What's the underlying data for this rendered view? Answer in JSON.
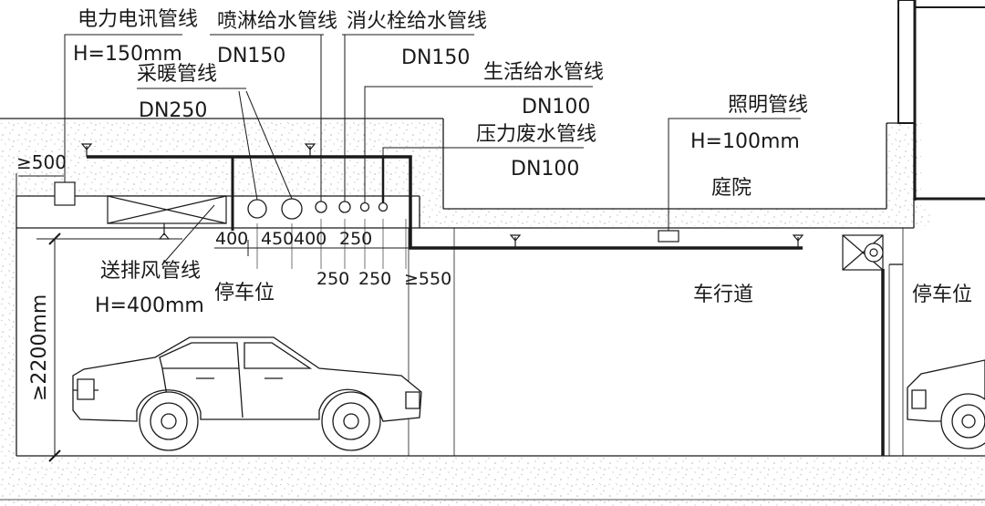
{
  "labels": {
    "power_telecom": "电力电讯管线",
    "power_telecom_h": "H=150mm",
    "sprinkler": "喷淋给水管线",
    "sprinkler_dn": "DN150",
    "hydrant": "消火栓给水管线",
    "hydrant_dn": "DN150",
    "heating": "采暖管线",
    "heating_dn": "DN250",
    "domestic": "生活给水管线",
    "domestic_dn": "DN100",
    "pressure_waste": "压力废水管线",
    "pressure_waste_dn": "DN100",
    "lighting": "照明管线",
    "lighting_h": "H=100mm",
    "courtyard": "庭院",
    "ventilation": "送排风管线",
    "ventilation_h": "H=400mm",
    "parking_left": "停车位",
    "driveway": "车行道",
    "parking_right": "停车位",
    "clearance": "≥2200mm",
    "offset_500": "≥500"
  },
  "dimensions": {
    "top": [
      "400",
      "450",
      "400",
      "250"
    ],
    "bottom": [
      "250",
      "250",
      "≥550"
    ]
  },
  "colors": {
    "line": "#1a1a1a",
    "hatch": "#9a9a9a",
    "background": "#ffffff"
  }
}
